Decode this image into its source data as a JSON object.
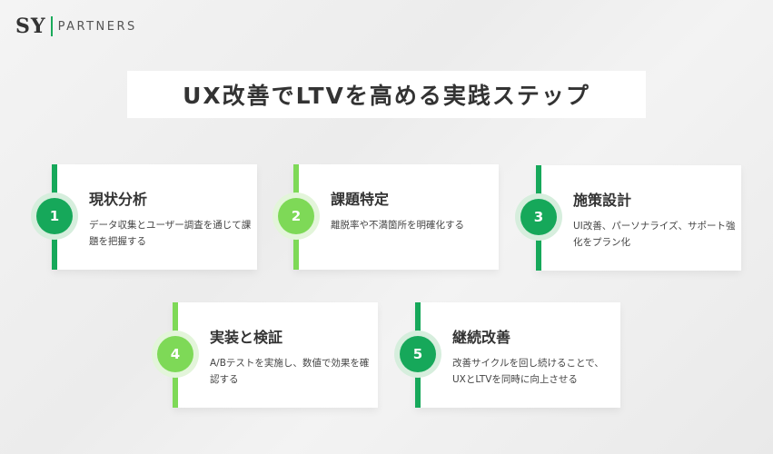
{
  "logo": {
    "mark": "SY",
    "text": "PARTNERS"
  },
  "title": "UX改善でLTVを高める実践ステップ",
  "steps": [
    {
      "num": "1",
      "title": "現状分析",
      "desc": "データ収集とユーザー調査を通じて課題を把握する"
    },
    {
      "num": "2",
      "title": "課題特定",
      "desc": "離脱率や不満箇所を明確化する"
    },
    {
      "num": "3",
      "title": "施策設計",
      "desc": "UI改善、パーソナライズ、サポート強化をプラン化"
    },
    {
      "num": "4",
      "title": "実装と検証",
      "desc": "A/Bテストを実施し、数値で効果を確認する"
    },
    {
      "num": "5",
      "title": "継続改善",
      "desc": "改善サイクルを回し続けることで、UXとLTVを同時に向上させる"
    }
  ],
  "colors": {
    "dark": "#16a85a",
    "light": "#7ed957"
  }
}
